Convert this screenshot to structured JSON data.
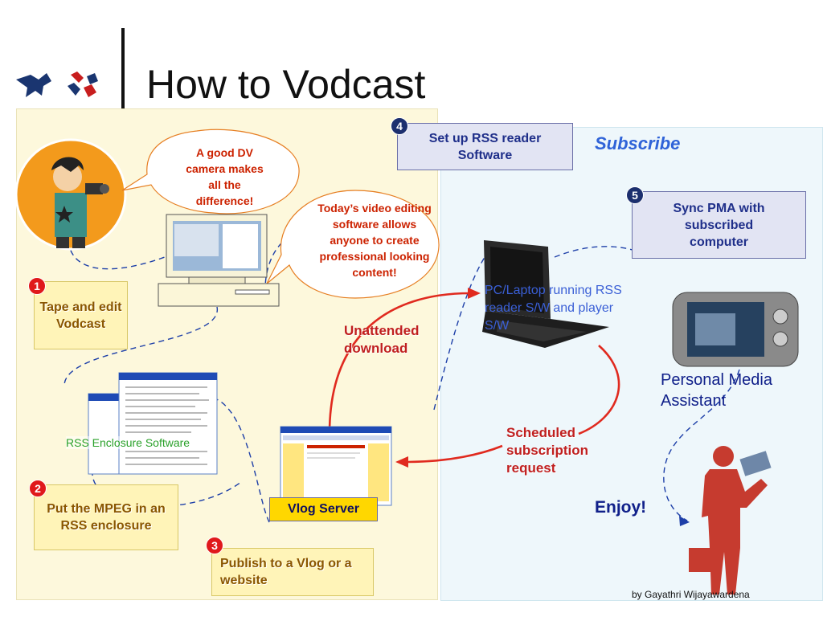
{
  "title": "How to Vodcast",
  "subscribe_label": "Subscribe",
  "steps": [
    {
      "num": "1",
      "label": "Tape and edit Vodcast"
    },
    {
      "num": "2",
      "label": "Put the MPEG in an RSS enclosure"
    },
    {
      "num": "3",
      "label": "Publish to a Vlog or a website"
    },
    {
      "num": "4",
      "label": "Set up RSS reader Software"
    },
    {
      "num": "5",
      "label": "Sync PMA with subscribed computer"
    }
  ],
  "bubbles": {
    "camera": "A good DV camera makes all the difference!",
    "editing": "Today’s video editing software allows anyone to create professional looking content!"
  },
  "labels": {
    "rss_software": "RSS Enclosure Software",
    "vlog_server": "Vlog Server",
    "unattended": "Unattended download",
    "laptop": "PC/Laptop running RSS reader S/W and player S/W",
    "scheduled": "Scheduled subscription request",
    "pma": "Personal Media Assistant",
    "enjoy": "Enjoy!",
    "credit": "by Gayathri Wijayawardena"
  },
  "colors": {
    "step_badge": "#e0191b",
    "step_badge_dark": "#1c2f6e",
    "yellow_box": "#fff4b8",
    "blue_box": "#e2e4f3",
    "label_red": "#c01f1f",
    "label_blue": "#3a5fd6"
  }
}
